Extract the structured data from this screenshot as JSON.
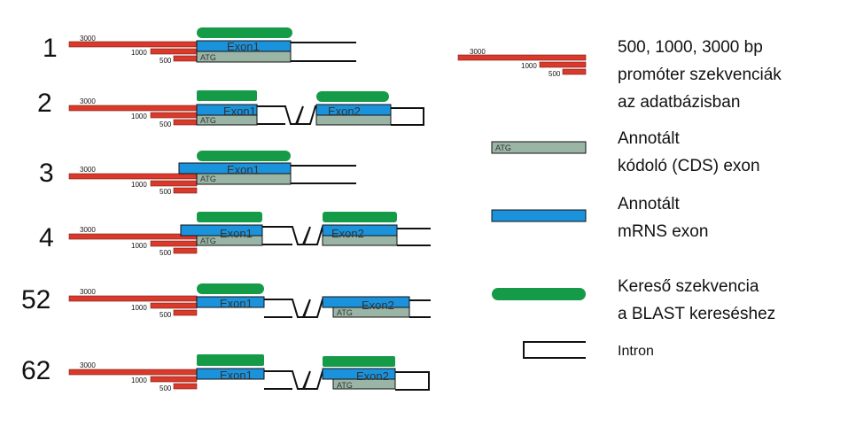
{
  "promoter_labels": {
    "l3000": "3000",
    "l1000": "1000",
    "l500": "500"
  },
  "atg_label": "ATG",
  "cases": [
    {
      "id": "1",
      "exons": [
        "Exon1"
      ]
    },
    {
      "id": "2",
      "exons": [
        "Exon1",
        "Exon2"
      ]
    },
    {
      "id": "3",
      "exons": [
        "Exon1"
      ]
    },
    {
      "id": "4",
      "exons": [
        "Exon1",
        "Exon2"
      ]
    },
    {
      "id": "52",
      "exons": [
        "Exon1",
        "Exon2"
      ]
    },
    {
      "id": "62",
      "exons": [
        "Exon1",
        "Exon2"
      ]
    }
  ],
  "legend": {
    "promoter": {
      "lines": [
        "500, 1000, 3000 bp",
        "promóter szekvenciák",
        "az adatbázisban"
      ]
    },
    "cds": {
      "lines": [
        "Annotált",
        "kódoló (CDS) exon"
      ]
    },
    "mrna": {
      "lines": [
        "Annotált",
        "mRNS exon"
      ]
    },
    "blast": {
      "lines": [
        "Kereső szekvencia",
        "a BLAST kereséshez"
      ]
    },
    "intron": {
      "lines": [
        "Intron"
      ]
    }
  },
  "colors": {
    "promoter_red": "#d93a2b",
    "mrna_blue": "#1a93dc",
    "cds_gray": "#9ab5a5",
    "blast_green": "#159a47",
    "line_black": "#111111"
  }
}
